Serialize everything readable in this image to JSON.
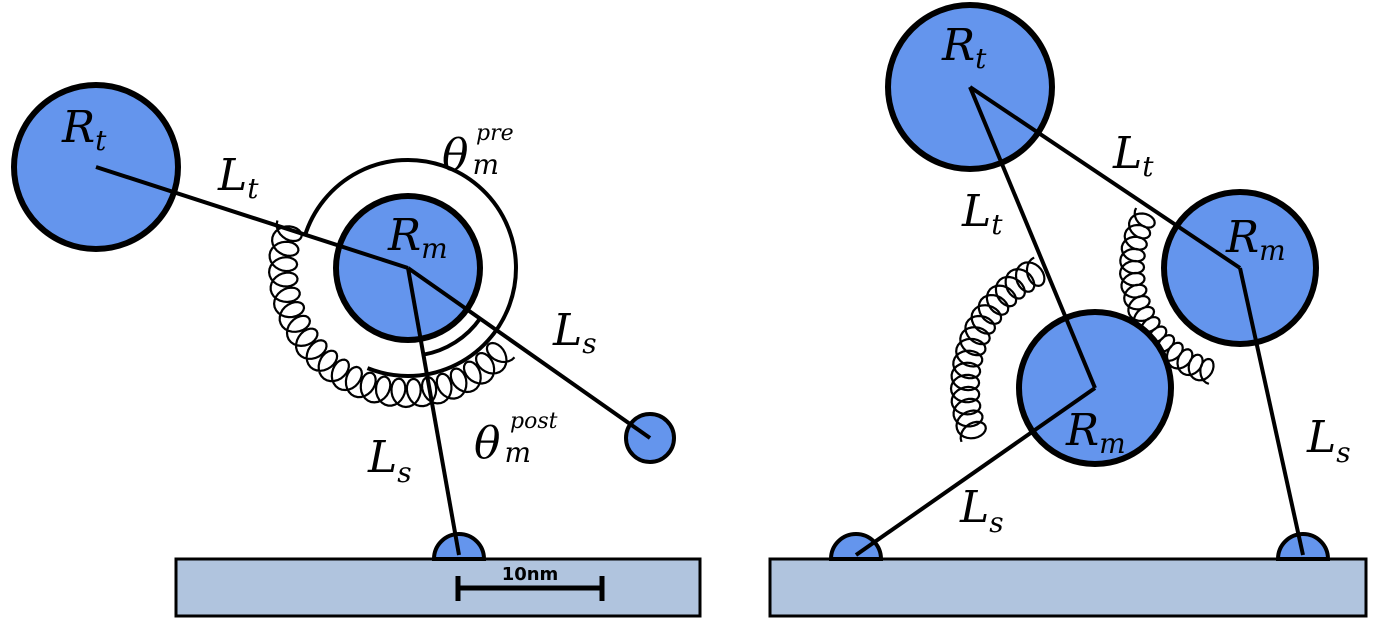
{
  "left": {
    "label_Rt": {
      "main": "R",
      "sub": "t"
    },
    "label_Lt": {
      "main": "L",
      "sub": "t"
    },
    "label_Rm": {
      "main": "R",
      "sub": "m"
    },
    "label_Ls_right": {
      "main": "L",
      "sub": "s"
    },
    "label_Ls_down": {
      "main": "L",
      "sub": "s"
    },
    "label_theta_pre": {
      "main": "θ",
      "sub": "m",
      "sup": "pre"
    },
    "label_theta_post": {
      "main": "θ",
      "sub": "m",
      "sup": "post"
    },
    "scale_bar": "10nm"
  },
  "right": {
    "label_Rt": {
      "main": "R",
      "sub": "t"
    },
    "label_Lt_top": {
      "main": "L",
      "sub": "t"
    },
    "label_Lt_left": {
      "main": "L",
      "sub": "t"
    },
    "label_Rm_right": {
      "main": "R",
      "sub": "m"
    },
    "label_Rm_center": {
      "main": "R",
      "sub": "m"
    },
    "label_Ls_right": {
      "main": "L",
      "sub": "s"
    },
    "label_Ls_bottom": {
      "main": "L",
      "sub": "s"
    }
  },
  "colors": {
    "ball_fill": "#6495ed",
    "plate_fill": "#b0c4de",
    "stroke": "#000000"
  }
}
